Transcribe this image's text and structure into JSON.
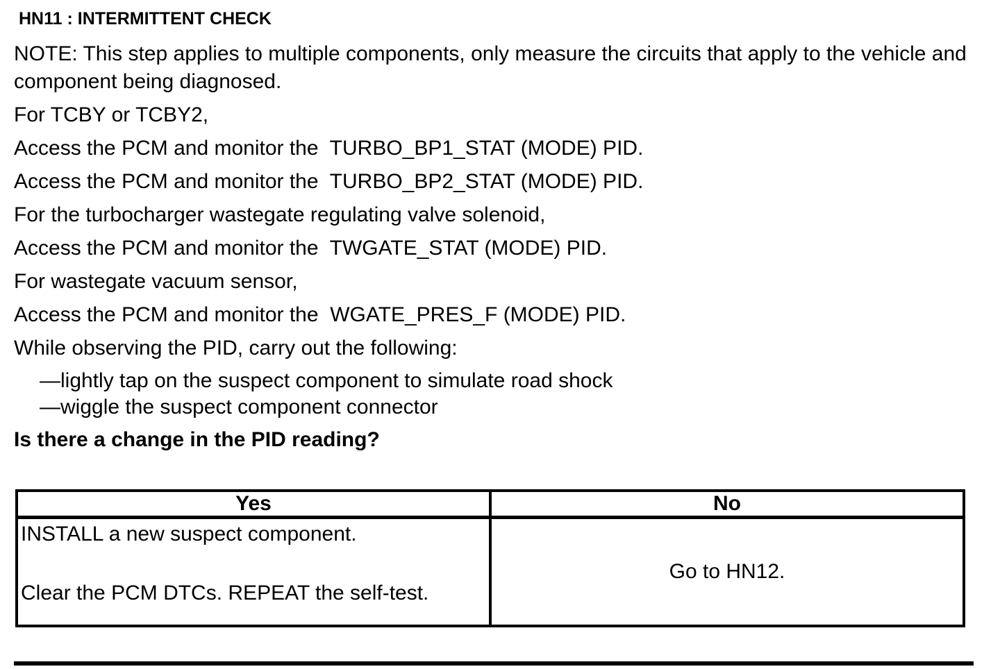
{
  "doc": {
    "title": "HN11 : INTERMITTENT CHECK",
    "paragraphs": [
      "NOTE: This step applies to multiple components, only measure the circuits that apply to the vehicle and component being diagnosed.",
      "For TCBY or TCBY2,",
      "Access the PCM and monitor the  TURBO_BP1_STAT (MODE) PID.",
      "Access the PCM and monitor the  TURBO_BP2_STAT (MODE) PID.",
      "For the turbocharger wastegate regulating valve solenoid,",
      "Access the PCM and monitor the  TWGATE_STAT (MODE) PID.",
      "For wastegate vacuum sensor,",
      "Access the PCM and monitor the  WGATE_PRES_F (MODE) PID.",
      "While observing the PID, carry out the following:"
    ],
    "bullets": [
      "—lightly tap on the suspect component to simulate road shock",
      "—wiggle the suspect component connector"
    ],
    "question": "Is there a change in the PID reading?",
    "table": {
      "yes_header": "Yes",
      "no_header": "No",
      "yes_line1": "INSTALL a new suspect component.",
      "yes_line2": "Clear the PCM DTCs. REPEAT the self-test.",
      "no_text": "Go to HN12."
    },
    "colors": {
      "text": "#000000",
      "background": "#ffffff",
      "border": "#000000"
    }
  }
}
